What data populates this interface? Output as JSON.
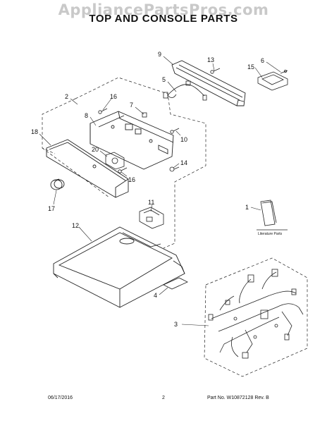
{
  "watermark": "AppliancePartsPros.com",
  "title": "TOP AND CONSOLE PARTS",
  "callouts": {
    "c1": "1",
    "c2": "2",
    "c3": "3",
    "c4": "4",
    "c5": "5",
    "c6": "6",
    "c7": "7",
    "c8": "8",
    "c9": "9",
    "c10": "10",
    "c11": "11",
    "c12": "12",
    "c13": "13",
    "c14": "14",
    "c15": "15",
    "c16a": "16",
    "c16b": "16",
    "c17": "17",
    "c18": "18",
    "c20": "20"
  },
  "literature_label": "Literature Parts",
  "footer": {
    "date": "06/17/2016",
    "page": "2",
    "part_no": "Part No.  W10872128  Rev.  B"
  }
}
